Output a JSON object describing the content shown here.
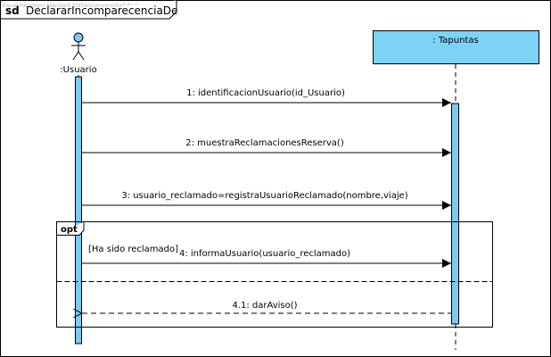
{
  "watermark": "Visual Paradigm Standard Edition(Universidad de Granada)",
  "frame": {
    "keyword": "sd",
    "name": "DeclararIncomparecenciaDe"
  },
  "lifelines": {
    "usuario": {
      "label": ":Usuario"
    },
    "tapuntas": {
      "label": ": Tapuntas"
    }
  },
  "messages": [
    {
      "label": "1: identificacionUsuario(id_Usuario)"
    },
    {
      "label": "2: muestraReclamacionesReserva()"
    },
    {
      "label": "3: usuario_reclamado=registraUsuarioReclamado(nombre,viaje)"
    },
    {
      "label": "4: informaUsuario(usuario_reclamado)"
    },
    {
      "label": "4.1: darAviso()"
    }
  ],
  "fragment": {
    "operator": "opt",
    "guard": "[Ha sido reclamado]"
  },
  "colors": {
    "lifeline_fill": "#7dc9f0",
    "header_fill": "#7dd3f7",
    "stroke": "#000000"
  }
}
